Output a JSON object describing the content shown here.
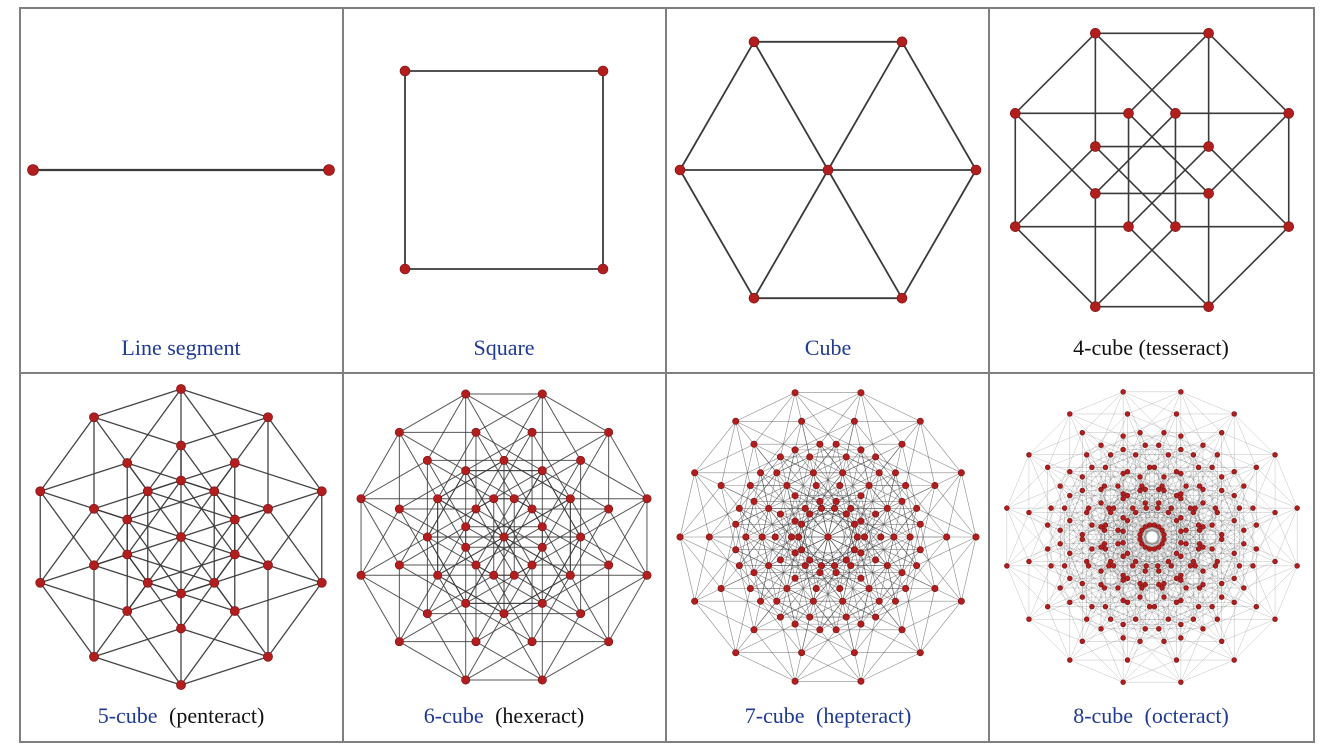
{
  "colors": {
    "caption_link": "#1f3a93",
    "caption_plain": "#111111",
    "edge": "#3a3a3a",
    "vertex": "#b21e1e",
    "vertex_highlight": "#e08a3c",
    "vertex_center": "#f0d060",
    "border": "#7f7f7f"
  },
  "cells": [
    {
      "dimension": 1,
      "caption": "Line segment",
      "caption_color": "link"
    },
    {
      "dimension": 2,
      "caption": "Square",
      "caption_color": "link"
    },
    {
      "dimension": 3,
      "caption": "Cube",
      "caption_color": "link"
    },
    {
      "dimension": 4,
      "caption": "4-cube (tesseract)",
      "caption_color": "plain"
    },
    {
      "dimension": 5,
      "caption_number": "5-cube",
      "caption_name": "(penteract)",
      "caption_color": "mixed"
    },
    {
      "dimension": 6,
      "caption_number": "6-cube",
      "caption_name": "(hexeract)",
      "caption_color": "mixed"
    },
    {
      "dimension": 7,
      "caption_number": "7-cube",
      "caption_name": "(hepteract)",
      "caption_color": "mixed"
    },
    {
      "dimension": 8,
      "caption_number": "8-cube",
      "caption_name": "(octeract)",
      "caption_color": "mixed"
    }
  ]
}
